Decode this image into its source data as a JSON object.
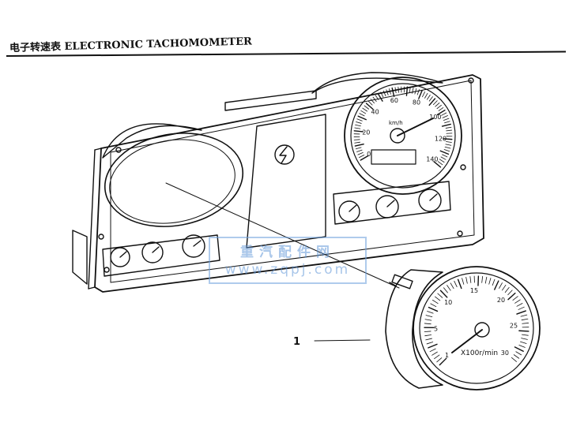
{
  "header": {
    "title": "电子转速表 ELECTRONIC TACHOMOMETER"
  },
  "speedometer": {
    "unit": "km/h",
    "scale_labels": [
      "0",
      "20",
      "40",
      "60",
      "80",
      "100",
      "120",
      "140"
    ]
  },
  "tachometer": {
    "unit": "X100r/min",
    "scale_labels": [
      "1",
      "5",
      "10",
      "15",
      "20",
      "25",
      "30"
    ]
  },
  "callout": {
    "number": "1"
  },
  "watermark": {
    "line1": "重汽配件网",
    "line2": "www.zqpj.com"
  },
  "colors": {
    "ink": "#111111",
    "watermark": "#6ea0dc"
  }
}
